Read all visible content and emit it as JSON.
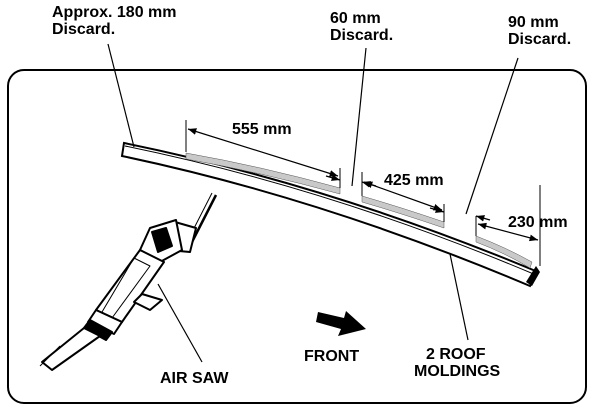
{
  "callouts": {
    "left_discard": {
      "line1": "Approx. 180 mm",
      "line2": "Discard."
    },
    "middle_discard": {
      "line1": "60 mm",
      "line2": "Discard."
    },
    "right_discard": {
      "line1": "90 mm",
      "line2": "Discard."
    }
  },
  "dimensions": {
    "first_segment": "555 mm",
    "second_segment": "425 mm",
    "third_segment": "230 mm"
  },
  "labels": {
    "tool": "AIR SAW",
    "direction": "FRONT",
    "part_line1": "2 ROOF",
    "part_line2": "MOLDINGS"
  },
  "icons": {
    "direction_arrow": "front-arrow-icon",
    "tool": "air-saw-icon"
  }
}
